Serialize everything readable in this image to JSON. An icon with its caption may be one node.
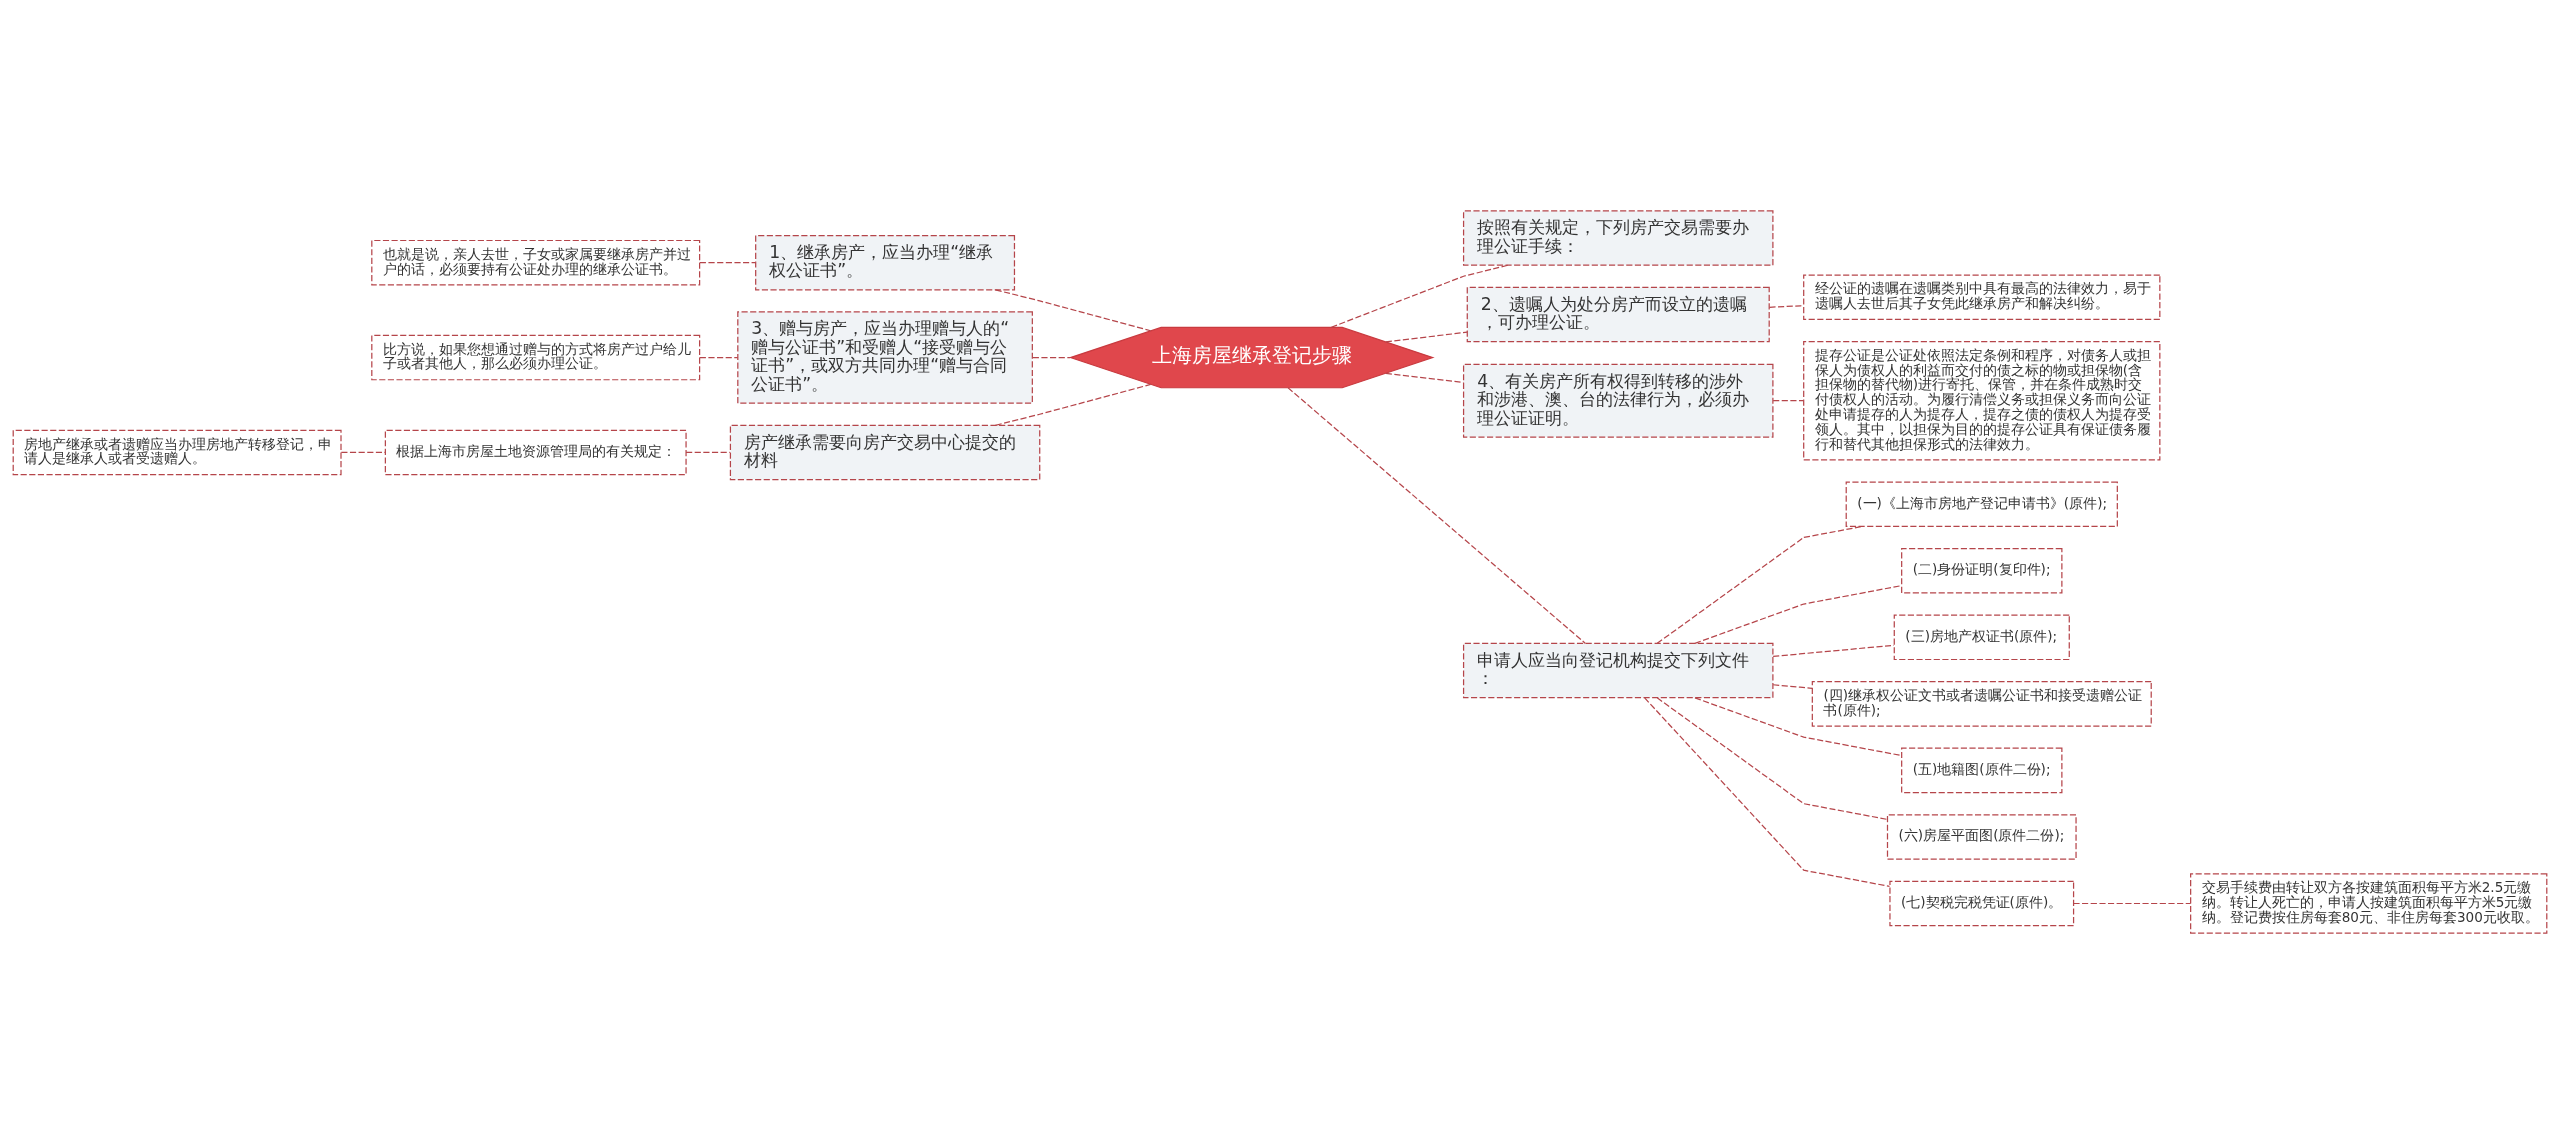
{
  "diagram": {
    "nodes": [
      {
        "text": [
          "上海房屋继承登记步骤"
        ]
      },
      {
        "text": [
          "1、继承房产，应当办理“继承权公证书”。"
        ]
      },
      {
        "text": [
          "也就是说，亲人去世，子女或家属要继承房产并过户的话，必须要持有公证处办理的继承公证书。"
        ]
      },
      {
        "text": [
          "3、赠与房产，应当办理赠与人的“赠与公证书”和受赠人“接受赠与公证书”，或双方共同办理“赠与合同公证书”。"
        ]
      },
      {
        "text": [
          "比方说，如果您想通过赠与的方式将房产过户给儿子或者其他人，那么必须办理公证。"
        ]
      },
      {
        "text": [
          "房产继承需要向房产交易中心提交的材料"
        ]
      },
      {
        "text": [
          "根据上海市房屋土地资源管理局的有关规定："
        ]
      },
      {
        "text": [
          "房地产继承或者遗赠应当办理房地产转移登记，申请人是继承人或者受遗赠人。"
        ]
      },
      {
        "text": [
          "按照有关规定，下列房产交易需要办理公证手续："
        ]
      },
      {
        "text": [
          "2、遗嘱人为处分房产而设立的遗嘱，可办理公证。"
        ]
      },
      {
        "text": [
          "经公证的遗嘱在遗嘱类别中具有最高的法律效力，易于遗嘱人去世后其子女凭此继承房产和解决纠纷。"
        ]
      },
      {
        "text": [
          "4、有关房产所有权得到转移的涉外和涉港、澳、台的法律行为，必须办理公证证明。"
        ]
      },
      {
        "text": [
          "提存公证是公证处依照法定条例和程序，对债务人或担保人为债权人的利益而交付的债之标的物或担保物(含担保物的替代物)进行寄托、保管，并在条件成熟时交付债权人的活动。为履行清偿义务或担保义务而向公证处申请提存的人为提存人，提存之债的债权人为提存受领人。其中，以担保为目的的提存公证具有保证债务履行和替代其他担保形式的法律效力。"
        ]
      },
      {
        "text": [
          "申请人应当向登记机构提交下列文件："
        ]
      },
      {
        "text": [
          "(一)《上海市房地产登记申请书》(原件);"
        ]
      },
      {
        "text": [
          "(二)身份证明(复印件);"
        ]
      },
      {
        "text": [
          "(三)房地产权证书(原件);"
        ]
      },
      {
        "text": [
          "(四)继承权公证文书或者遗嘱公证书和接受遗赠公证书(原件);"
        ]
      },
      {
        "text": [
          "(五)地籍图(原件二份);"
        ]
      },
      {
        "text": [
          "(六)房屋平面图(原件二份);"
        ]
      },
      {
        "text": [
          "(七)契税完税凭证(原件)。"
        ]
      },
      {
        "text": [
          "交易手续费由转让双方各按建筑面积每平方米2.5元缴纳。转让人死亡的，申请人按建筑面积每平方米5元缴纳。登记费按住房每套80元、非住房每套300元收取。"
        ]
      }
    ],
    "edges": [
      {
        "from": 1,
        "to": 0,
        "arrow": "none",
        "style": "dashed"
      },
      {
        "from": 2,
        "to": 1,
        "arrow": "none",
        "style": "dashed"
      },
      {
        "from": 3,
        "to": 0,
        "arrow": "none",
        "style": "dashed"
      },
      {
        "from": 4,
        "to": 3,
        "arrow": "none",
        "style": "dashed"
      },
      {
        "from": 5,
        "to": 0,
        "arrow": "none",
        "style": "dashed"
      },
      {
        "from": 6,
        "to": 5,
        "arrow": "none",
        "style": "dashed"
      },
      {
        "from": 7,
        "to": 6,
        "arrow": "none",
        "style": "dashed"
      },
      {
        "from": 0,
        "to": 8,
        "arrow": "none",
        "style": "dashed"
      },
      {
        "from": 0,
        "to": 9,
        "arrow": "none",
        "style": "dashed"
      },
      {
        "from": 9,
        "to": 10,
        "arrow": "none",
        "style": "dashed"
      },
      {
        "from": 0,
        "to": 11,
        "arrow": "none",
        "style": "dashed"
      },
      {
        "from": 11,
        "to": 12,
        "arrow": "none",
        "style": "dashed"
      },
      {
        "from": 0,
        "to": 13,
        "arrow": "none",
        "style": "dashed"
      },
      {
        "from": 13,
        "to": 14,
        "arrow": "none",
        "style": "dashed"
      },
      {
        "from": 13,
        "to": 15,
        "arrow": "none",
        "style": "dashed"
      },
      {
        "from": 13,
        "to": 16,
        "arrow": "none",
        "style": "dashed"
      },
      {
        "from": 13,
        "to": 17,
        "arrow": "none",
        "style": "dashed"
      },
      {
        "from": 13,
        "to": 18,
        "arrow": "none",
        "style": "dashed"
      },
      {
        "from": 13,
        "to": 19,
        "arrow": "none",
        "style": "dashed"
      },
      {
        "from": 13,
        "to": 20,
        "arrow": "none",
        "style": "dashed"
      },
      {
        "from": 20,
        "to": 21,
        "arrow": "none",
        "style": "dashed"
      }
    ]
  }
}
